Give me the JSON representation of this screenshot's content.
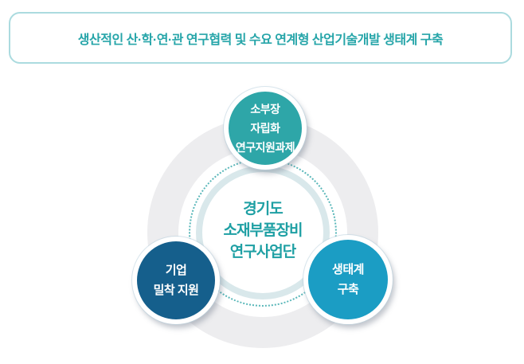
{
  "title": {
    "text": "생산적인 산·학·연·관 연구협력 및 수요 연계형 산업기술개발 생태계 구축"
  },
  "diagram": {
    "center": {
      "lines": [
        "경기도",
        "소재부품장비",
        "연구사업단"
      ],
      "text_color": "#1fa0a4"
    },
    "nodes": [
      {
        "id": "top-node",
        "lines": [
          "소부장",
          "자립화",
          "연구지원과제"
        ],
        "color": "#2ea6a8"
      },
      {
        "id": "left-node",
        "lines": [
          "기업",
          "밀착 지원"
        ],
        "color": "#155f8c"
      },
      {
        "id": "right-node",
        "lines": [
          "생태계",
          "구축"
        ],
        "color": "#1b9dc4"
      }
    ]
  },
  "colors": {
    "title_text": "#26a5a9",
    "title_border": "#abdbdf",
    "background_disc": "#ededef",
    "inner_ring": "#d9e8eb",
    "dashed_ring": "#59b7b9",
    "node_ring": "#ffffff"
  }
}
